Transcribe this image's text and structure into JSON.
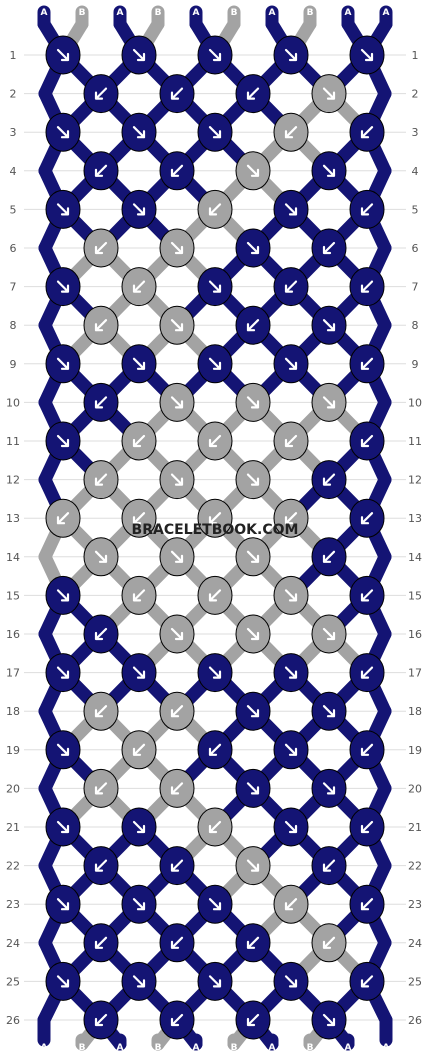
{
  "colors": {
    "A": "#141474",
    "B": "#a3a3a3",
    "knot_border": "#000000",
    "arrow": "#ffffff",
    "bg": "#ffffff"
  },
  "top_strands": [
    "A",
    "B",
    "A",
    "B",
    "A",
    "B",
    "A",
    "B",
    "A",
    "A"
  ],
  "bottom_strands": [
    "A",
    "B",
    "A",
    "B",
    "A",
    "B",
    "A",
    "B",
    "A",
    "A"
  ],
  "row_labels": [
    "1",
    "2",
    "3",
    "4",
    "5",
    "6",
    "7",
    "8",
    "9",
    "10",
    "11",
    "12",
    "13",
    "14",
    "15",
    "16",
    "17",
    "18",
    "19",
    "20",
    "21",
    "22",
    "23",
    "24",
    "25",
    "26"
  ],
  "watermark": "BRACELETBOOK.COM",
  "knots": [
    [
      "A",
      "A",
      "A",
      "A",
      "A"
    ],
    [
      "A",
      "A",
      "A",
      "B"
    ],
    [
      "A",
      "A",
      "A",
      "B",
      "A"
    ],
    [
      "A",
      "A",
      "B",
      "A"
    ],
    [
      "A",
      "A",
      "B",
      "A",
      "A"
    ],
    [
      "B",
      "B",
      "A",
      "A"
    ],
    [
      "A",
      "B",
      "A",
      "A",
      "A"
    ],
    [
      "B",
      "B",
      "A",
      "A"
    ],
    [
      "A",
      "A",
      "A",
      "A",
      "A"
    ],
    [
      "A",
      "B",
      "B",
      "B"
    ],
    [
      "A",
      "B",
      "B",
      "B",
      "A"
    ],
    [
      "B",
      "B",
      "B",
      "A"
    ],
    [
      "B",
      "B",
      "B",
      "B",
      "A"
    ],
    [
      "B",
      "B",
      "B",
      "A"
    ],
    [
      "A",
      "B",
      "B",
      "B",
      "A"
    ],
    [
      "A",
      "B",
      "B",
      "B"
    ],
    [
      "A",
      "A",
      "A",
      "A",
      "A"
    ],
    [
      "B",
      "B",
      "A",
      "A"
    ],
    [
      "A",
      "B",
      "A",
      "A",
      "A"
    ],
    [
      "B",
      "B",
      "A",
      "A"
    ],
    [
      "A",
      "A",
      "B",
      "A",
      "A"
    ],
    [
      "A",
      "A",
      "B",
      "A"
    ],
    [
      "A",
      "A",
      "A",
      "B",
      "A"
    ],
    [
      "A",
      "A",
      "A",
      "B"
    ],
    [
      "A",
      "A",
      "A",
      "A",
      "A"
    ],
    [
      "A",
      "A",
      "A",
      "A"
    ]
  ],
  "arrows": [
    [
      "r",
      "r",
      "r",
      "r",
      "r"
    ],
    [
      "l",
      "l",
      "l",
      "r"
    ],
    [
      "r",
      "r",
      "r",
      "l",
      "l"
    ],
    [
      "l",
      "l",
      "r",
      "r"
    ],
    [
      "r",
      "r",
      "l",
      "r",
      "l"
    ],
    [
      "l",
      "r",
      "r",
      "l"
    ],
    [
      "r",
      "l",
      "r",
      "l",
      "l"
    ],
    [
      "l",
      "r",
      "l",
      "r"
    ],
    [
      "r",
      "r",
      "r",
      "r",
      "l"
    ],
    [
      "l",
      "r",
      "r",
      "r"
    ],
    [
      "r",
      "l",
      "l",
      "l",
      "l"
    ],
    [
      "l",
      "r",
      "r",
      "l"
    ],
    [
      "l",
      "l",
      "l",
      "l",
      "l"
    ],
    [
      "r",
      "r",
      "r",
      "l"
    ],
    [
      "r",
      "l",
      "l",
      "r",
      "l"
    ],
    [
      "l",
      "r",
      "r",
      "r"
    ],
    [
      "r",
      "r",
      "r",
      "r",
      "l"
    ],
    [
      "l",
      "l",
      "r",
      "r"
    ],
    [
      "r",
      "l",
      "l",
      "r",
      "l"
    ],
    [
      "l",
      "l",
      "r",
      "r"
    ],
    [
      "r",
      "r",
      "l",
      "r",
      "l"
    ],
    [
      "l",
      "l",
      "r",
      "l"
    ],
    [
      "r",
      "r",
      "r",
      "l",
      "l"
    ],
    [
      "l",
      "l",
      "l",
      "l"
    ],
    [
      "r",
      "r",
      "r",
      "r",
      "l"
    ],
    [
      "l",
      "l",
      "l",
      "r"
    ]
  ]
}
